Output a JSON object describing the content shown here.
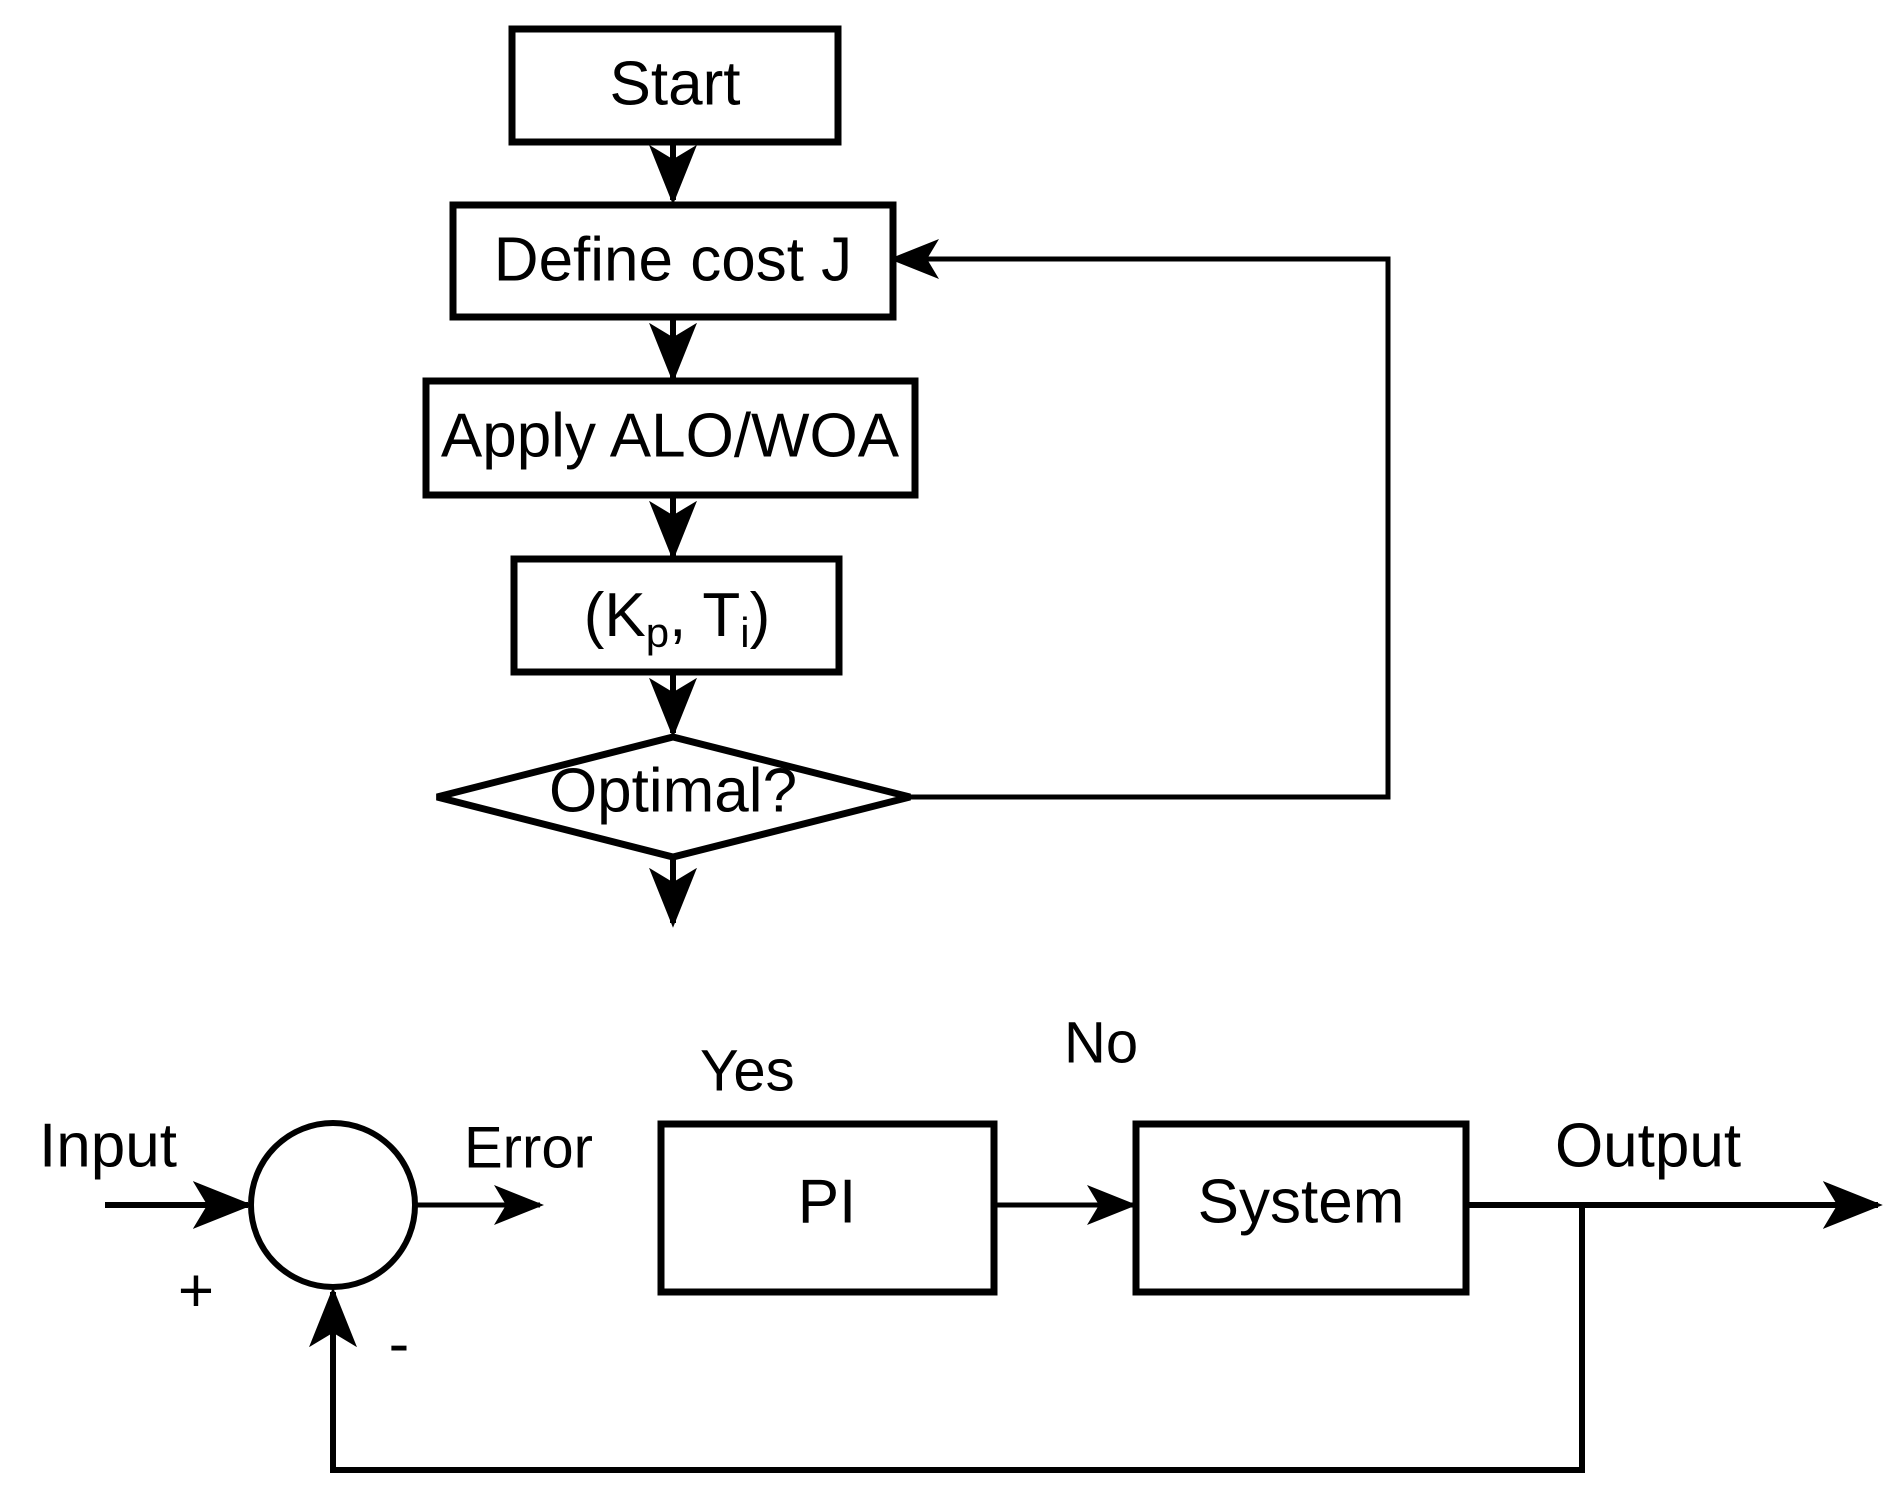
{
  "diagram": {
    "title": "PI controller tuning flowchart with closed-loop control block diagram",
    "background_color": "#ffffff",
    "line_color": "#000000",
    "nodes": {
      "start": {
        "label": "Start",
        "shape": "rectangle"
      },
      "define_cost": {
        "label": "Define cost J",
        "shape": "rectangle"
      },
      "apply_algorithm": {
        "label": "Apply ALO/WOA",
        "shape": "rectangle"
      },
      "gains": {
        "label": "(Kp, Ti)",
        "shape": "rectangle",
        "parts": {
          "open_paren": "(K",
          "sub_p": "p",
          "comma": ", T",
          "sub_i": "i",
          "close_paren": ")"
        }
      },
      "decision": {
        "label": "Optimal?",
        "shape": "diamond"
      },
      "controller": {
        "label": "PI",
        "shape": "rectangle"
      },
      "plant": {
        "label": "System",
        "shape": "rectangle"
      },
      "summing_junction": {
        "label": "",
        "shape": "circle"
      }
    },
    "edge_labels": {
      "yes": "Yes",
      "no": "No",
      "error": "Error",
      "plus": "+",
      "minus": "-"
    },
    "io_labels": {
      "input": "Input",
      "output": "Output"
    }
  }
}
